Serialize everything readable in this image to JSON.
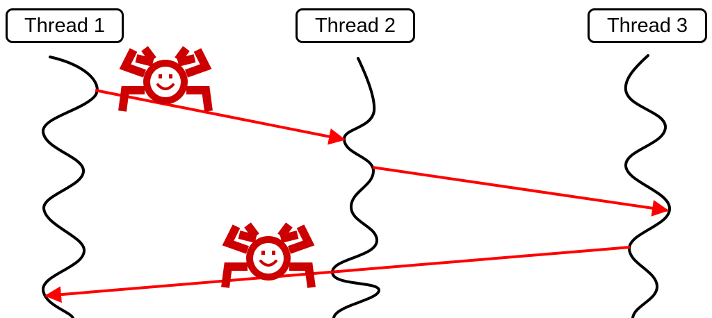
{
  "threads": [
    {
      "label": "Thread 1"
    },
    {
      "label": "Thread 2"
    },
    {
      "label": "Thread 3"
    }
  ],
  "colors": {
    "thread_line": "#000000",
    "message_arrow": "#ff0000",
    "spider": "#cc0000",
    "spider_face": "#ffffff"
  },
  "icons": [
    "spider-icon",
    "spider-icon"
  ]
}
